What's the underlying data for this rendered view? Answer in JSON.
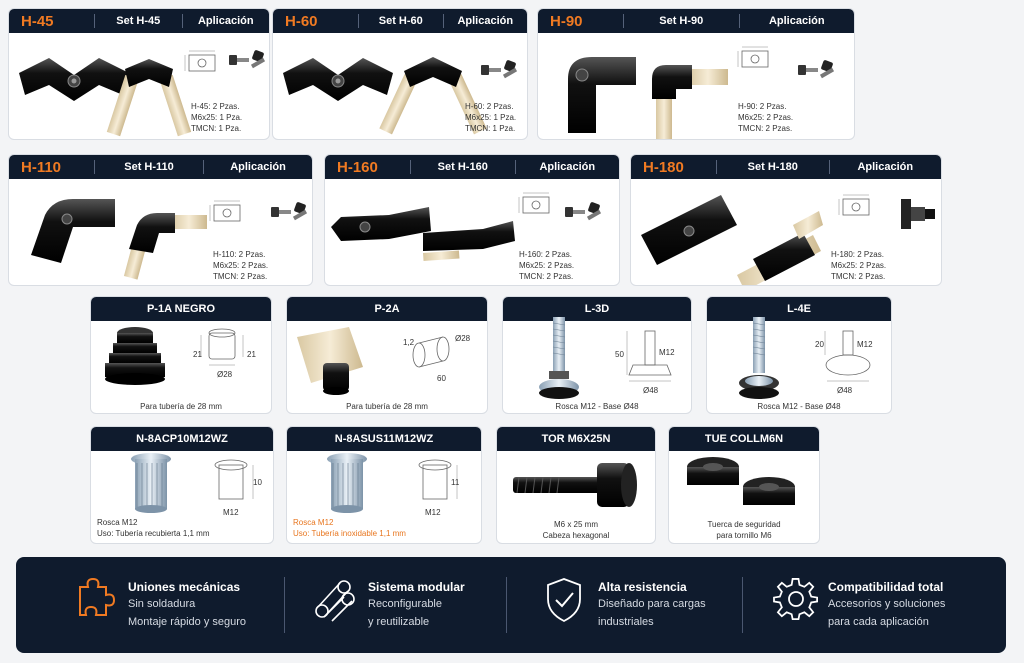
{
  "row1": [
    {
      "code": "H-45",
      "set": "Set H-45",
      "app": "Aplicación",
      "specs": [
        "H-45: 2 Pzas.",
        "M6x25: 1 Pza.",
        "TMCN: 1 Pza."
      ]
    },
    {
      "code": "H-60",
      "set": "Set H-60",
      "app": "Aplicación",
      "specs": [
        "H-60: 2 Pzas.",
        "M6x25: 1 Pza.",
        "TMCN: 1 Pza."
      ]
    },
    {
      "code": "H-90",
      "set": "Set H-90",
      "app": "Aplicación",
      "specs": [
        "H-90: 2 Pzas.",
        "M6x25: 2 Pzas.",
        "TMCN: 2 Pzas."
      ]
    }
  ],
  "row2": [
    {
      "code": "H-110",
      "set": "Set H-110",
      "app": "Aplicación",
      "specs": [
        "H-110: 2 Pzas.",
        "M6x25: 2 Pzas.",
        "TMCN: 2 Pzas."
      ]
    },
    {
      "code": "H-160",
      "set": "Set H-160",
      "app": "Aplicación",
      "specs": [
        "H-160: 2 Pzas.",
        "M6x25: 2 Pzas.",
        "TMCN: 2 Pzas."
      ]
    },
    {
      "code": "H-180",
      "set": "Set H-180",
      "app": "Aplicación",
      "specs": [
        "H-180: 2 Pzas.",
        "M6x25: 2 Pzas.",
        "TMCN: 2 Pzas."
      ]
    }
  ],
  "row3": [
    {
      "title": "P-1A NEGRO",
      "caption": "Para tubería de 28 mm",
      "dims": [
        "21",
        "21",
        "Ø28"
      ]
    },
    {
      "title": "P-2A",
      "caption": "Para tubería de 28 mm",
      "dims": [
        "1,2",
        "Ø28",
        "60"
      ]
    },
    {
      "title": "L-3D",
      "caption": "Rosca M12 - Base Ø48",
      "dims": [
        "50",
        "M12",
        "Ø48"
      ]
    },
    {
      "title": "L-4E",
      "caption": "Rosca M12 - Base Ø48",
      "dims": [
        "20",
        "M12",
        "Ø48"
      ]
    }
  ],
  "row4": [
    {
      "title": "N-8ACP10M12WZ",
      "line1": "Rosca M12",
      "line2": "Uso: Tubería recubierta 1,1 mm",
      "dims": [
        "10",
        "M12"
      ]
    },
    {
      "title": "N-8ASUS11M12WZ",
      "line1": "Rosca M12",
      "line2": "Uso: Tubería inoxidable 1,1 mm",
      "dims": [
        "11",
        "M12"
      ]
    },
    {
      "title": "TOR M6X25N",
      "line1": "M6 x 25 mm",
      "line2": "Cabeza hexagonal"
    },
    {
      "title": "TUE COLLM6N",
      "line1": "Tuerca de seguridad",
      "line2": "para tornillo M6"
    }
  ],
  "features": [
    {
      "icon": "puzzle-icon",
      "title": "Uniones mecánicas",
      "line1": "Sin soldadura",
      "line2": "Montaje rápido y seguro"
    },
    {
      "icon": "pipes-icon",
      "title": "Sistema modular",
      "line1": "Reconfigurable",
      "line2": "y reutilizable"
    },
    {
      "icon": "shield-check-icon",
      "title": "Alta resistencia",
      "line1": "Diseñado para cargas",
      "line2": "industriales"
    },
    {
      "icon": "gear-icon",
      "title": "Compatibilidad total",
      "line1": "Accesorios y soluciones",
      "line2": "para cada aplicación"
    }
  ],
  "colors": {
    "navy": "#0f1b2d",
    "orange": "#f07a22",
    "pipe": "#e9dcc0",
    "black": "#1a1a1a"
  }
}
